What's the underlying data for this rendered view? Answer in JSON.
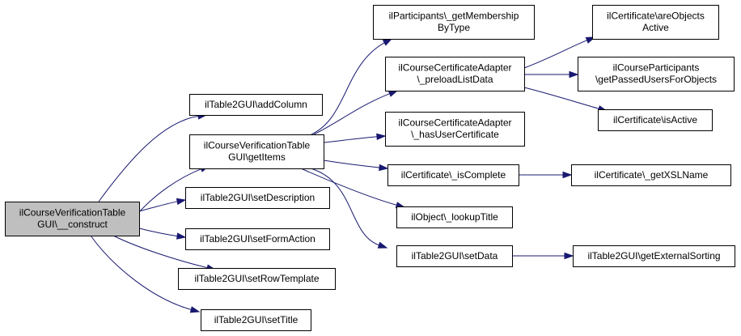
{
  "graph": {
    "colors": {
      "edge": "#191970",
      "root_fill": "#bfbfbf",
      "node_fill": "#ffffff",
      "node_stroke": "#000000"
    },
    "nodes": [
      {
        "id": "construct",
        "lines": [
          "ilCourseVerificationTable",
          "GUI\\__construct"
        ],
        "root": true
      },
      {
        "id": "addColumn",
        "lines": [
          "ilTable2GUI\\addColumn"
        ]
      },
      {
        "id": "getItems",
        "lines": [
          "ilCourseVerificationTable",
          "GUI\\getItems"
        ]
      },
      {
        "id": "setDescription",
        "lines": [
          "ilTable2GUI\\setDescription"
        ]
      },
      {
        "id": "setFormAction",
        "lines": [
          "ilTable2GUI\\setFormAction"
        ]
      },
      {
        "id": "setRowTemplate",
        "lines": [
          "ilTable2GUI\\setRowTemplate"
        ]
      },
      {
        "id": "setTitle",
        "lines": [
          "ilTable2GUI\\setTitle"
        ]
      },
      {
        "id": "getMembershipByType",
        "lines": [
          "ilParticipants\\_getMembership",
          "ByType"
        ]
      },
      {
        "id": "preloadListData",
        "lines": [
          "ilCourseCertificateAdapter",
          "\\_preloadListData"
        ]
      },
      {
        "id": "hasUserCertificate",
        "lines": [
          "ilCourseCertificateAdapter",
          "\\_hasUserCertificate"
        ]
      },
      {
        "id": "isComplete",
        "lines": [
          "ilCertificate\\_isComplete"
        ]
      },
      {
        "id": "lookupTitle",
        "lines": [
          "ilObject\\_lookupTitle"
        ]
      },
      {
        "id": "setData",
        "lines": [
          "ilTable2GUI\\setData"
        ]
      },
      {
        "id": "areObjectsActive",
        "lines": [
          "ilCertificate\\areObjects",
          "Active"
        ]
      },
      {
        "id": "getPassedUsersForObjects",
        "lines": [
          "ilCourseParticipants",
          "\\getPassedUsersForObjects"
        ]
      },
      {
        "id": "isActive",
        "lines": [
          "ilCertificate\\isActive"
        ]
      },
      {
        "id": "getXSLName",
        "lines": [
          "ilCertificate\\_getXSLName"
        ]
      },
      {
        "id": "getExternalSorting",
        "lines": [
          "ilTable2GUI\\getExternalSorting"
        ]
      }
    ],
    "edges": [
      {
        "from": "construct",
        "to": "addColumn"
      },
      {
        "from": "construct",
        "to": "getItems"
      },
      {
        "from": "construct",
        "to": "setDescription"
      },
      {
        "from": "construct",
        "to": "setFormAction"
      },
      {
        "from": "construct",
        "to": "setRowTemplate"
      },
      {
        "from": "construct",
        "to": "setTitle"
      },
      {
        "from": "getItems",
        "to": "getMembershipByType"
      },
      {
        "from": "getItems",
        "to": "preloadListData"
      },
      {
        "from": "getItems",
        "to": "hasUserCertificate"
      },
      {
        "from": "getItems",
        "to": "isComplete"
      },
      {
        "from": "getItems",
        "to": "lookupTitle"
      },
      {
        "from": "getItems",
        "to": "setData"
      },
      {
        "from": "preloadListData",
        "to": "areObjectsActive"
      },
      {
        "from": "preloadListData",
        "to": "getPassedUsersForObjects"
      },
      {
        "from": "preloadListData",
        "to": "isActive"
      },
      {
        "from": "isComplete",
        "to": "getXSLName"
      },
      {
        "from": "setData",
        "to": "getExternalSorting"
      }
    ]
  }
}
